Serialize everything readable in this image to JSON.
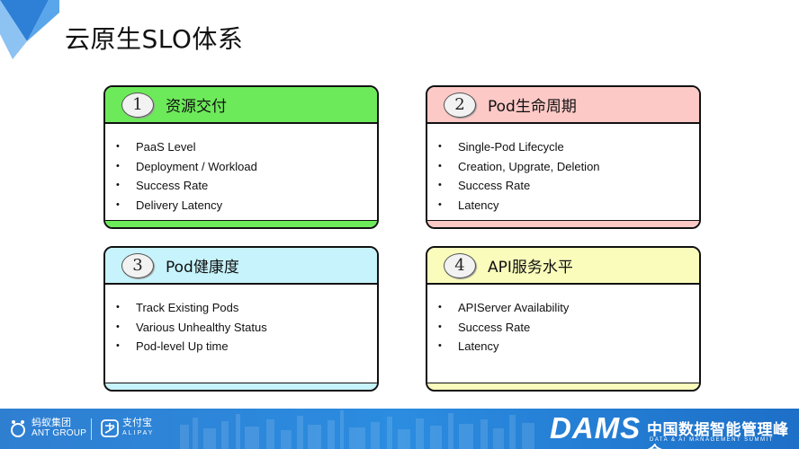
{
  "slide": {
    "title": "云原生SLO体系"
  },
  "cards": [
    {
      "number": "1",
      "title": "资源交付",
      "header_color": "#6dea5a",
      "items": [
        "PaaS Level",
        "Deployment / Workload",
        "Success Rate",
        "Delivery Latency"
      ]
    },
    {
      "number": "2",
      "title": "Pod生命周期",
      "header_color": "#fdc9c6",
      "items": [
        "Single-Pod Lifecycle",
        "Creation, Upgrate, Deletion",
        "Success Rate",
        "Latency"
      ]
    },
    {
      "number": "3",
      "title": "Pod健康度",
      "header_color": "#c6f3fc",
      "items": [
        "Track Existing Pods",
        "Various Unhealthy Status",
        "Pod-level Up time"
      ]
    },
    {
      "number": "4",
      "title": "API服务水平",
      "header_color": "#fafcbc",
      "items": [
        "APIServer Availability",
        "Success Rate",
        "Latency"
      ]
    }
  ],
  "footer": {
    "ant_group_cn": "蚂蚁集团",
    "ant_group_en": "ANT GROUP",
    "alipay_cn": "支付宝",
    "alipay_en": "ALIPAY",
    "dams_brand": "DAMS",
    "dams_cn": "中国数据智能管理峰会",
    "dams_en": "DATA & AI MANAGEMENT SUMMIT",
    "background_color": "#2b8ce0"
  }
}
